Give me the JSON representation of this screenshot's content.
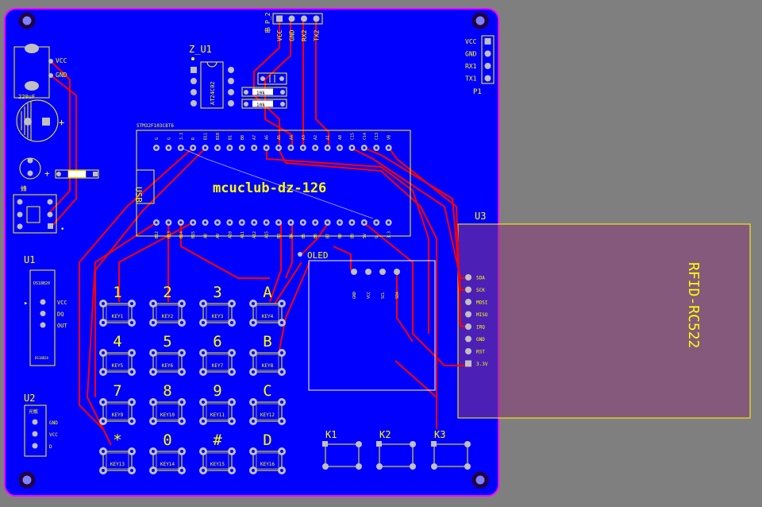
{
  "board": {
    "module_title": "mcuclub-dz-126",
    "usb_label": "USB",
    "mcu_silk": "STM32F103C8T6",
    "top_pins": [
      "G",
      "G",
      "3.3",
      "R",
      "B11",
      "B10",
      "B1",
      "B0",
      "A7",
      "A6",
      "A5",
      "A4",
      "A3",
      "A2",
      "A1",
      "A0",
      "C15",
      "C14",
      "C13",
      "VB"
    ],
    "bottom_pins": [
      "B12",
      "B13",
      "B14",
      "B15",
      "A8",
      "A9",
      "A10",
      "A11",
      "A12",
      "A15",
      "B3",
      "B4",
      "B5",
      "B6",
      "B7",
      "B8",
      "B9",
      "5V",
      "G",
      "3.3"
    ]
  },
  "power": {
    "cap": "220uF",
    "plus": "+",
    "vcc": "VCC",
    "gnd": "GND",
    "buzzer_label": "蜂"
  },
  "p2": {
    "title": "P_2",
    "pins": [
      "VCC",
      "GND",
      "RX2",
      "TX2"
    ],
    "prefix": "串"
  },
  "p1": {
    "title": "P1",
    "pins": [
      "VCC",
      "GND",
      "RX1",
      "TX1"
    ]
  },
  "eeprom": {
    "ref": "Z_U1",
    "part": "AT24C02",
    "r1": "10k",
    "r2": "10k"
  },
  "u1": {
    "ref": "U1",
    "top": "DS18B20",
    "pins": [
      "VCC",
      "DQ",
      "OUT"
    ]
  },
  "u2": {
    "ref": "U2",
    "top": "光敏",
    "pins": [
      "GND",
      "VCC",
      "D"
    ]
  },
  "u3": {
    "ref": "U3",
    "name": "RFID-RC522",
    "pins": [
      "SDA",
      "SCK",
      "MOSI",
      "MISO",
      "IRQ",
      "GND",
      "RST",
      "3.3V"
    ]
  },
  "oled": {
    "ref": "OLED",
    "pins": [
      "GND",
      "VCC",
      "SCL",
      "SDA"
    ]
  },
  "keypad": {
    "chars": [
      "1",
      "2",
      "3",
      "A",
      "4",
      "5",
      "6",
      "B",
      "7",
      "8",
      "9",
      "C",
      "*",
      "0",
      "#",
      "D"
    ],
    "labels": [
      "KEY1",
      "KEY2",
      "KEY3",
      "KEY4",
      "KEY5",
      "KEY6",
      "KEY7",
      "KEY8",
      "KEY9",
      "KEY10",
      "KEY11",
      "KEY12",
      "KEY13",
      "KEY14",
      "KEY15",
      "KEY16"
    ]
  },
  "buttons": [
    "K1",
    "K2",
    "K3"
  ],
  "colors": {
    "board": "#0000ff",
    "copper": "#ff0000",
    "silk": "#ffff00",
    "pad": "#c0c0c0",
    "outline": "#ff00ff"
  }
}
